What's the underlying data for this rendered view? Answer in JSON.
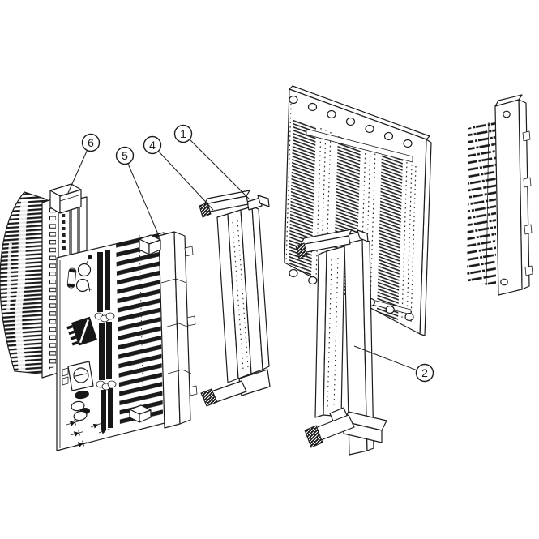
{
  "figure": {
    "type": "exploded-parts-diagram",
    "background_color": "#ffffff",
    "ink_color": "#1c1c1c",
    "callouts": [
      {
        "label": "1",
        "points_to": "card-guide-rail-top-latch"
      },
      {
        "label": "2",
        "points_to": "front-card-guide-rail"
      },
      {
        "label": "4",
        "points_to": "extractor-lever"
      },
      {
        "label": "5",
        "points_to": "circuit-board"
      },
      {
        "label": "6",
        "points_to": "cable-connector-cap"
      }
    ]
  }
}
